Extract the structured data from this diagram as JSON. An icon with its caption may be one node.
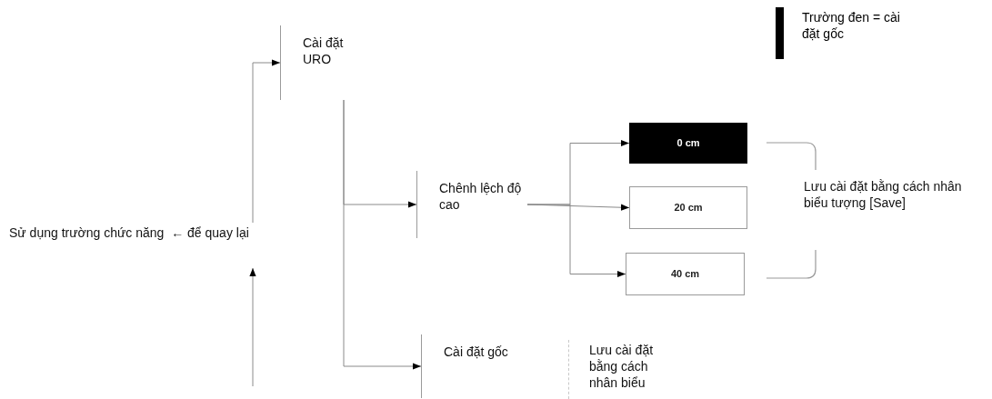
{
  "diagram": {
    "nodes": [
      {
        "text": [
          "Cài đặt URO"
        ]
      },
      {
        "text": [
          "Chênh lệch độ cao"
        ]
      },
      {
        "text": [
          "0 cm"
        ]
      },
      {
        "text": [
          "20 cm"
        ]
      },
      {
        "text": [
          "40 cm"
        ]
      },
      {
        "text": [
          "Cài đặt gốc"
        ]
      },
      {
        "text": [
          "Lưu cài đặt bằng cách nhân biểu"
        ]
      },
      {
        "text": [
          "Lưu cài đặt bằng cách nhân biểu tượng [Save]"
        ]
      },
      {
        "text": [
          "Sử dụng trường chức năng  ← để quay lại"
        ]
      }
    ],
    "edges": [
      {
        "from": 8,
        "to": 0,
        "arrow": "to"
      },
      {
        "from": null,
        "to": 8,
        "arrow": "to"
      },
      {
        "from": 0,
        "to": 1,
        "arrow": "to"
      },
      {
        "from": 0,
        "to": 5,
        "arrow": "to"
      },
      {
        "from": 1,
        "to": 2,
        "arrow": "to"
      },
      {
        "from": 1,
        "to": 3,
        "arrow": "to"
      },
      {
        "from": 1,
        "to": 4,
        "arrow": "to"
      }
    ],
    "legend": [
      {
        "text": "Trường đen = cài đặt gốc",
        "color": "#000000"
      }
    ]
  }
}
